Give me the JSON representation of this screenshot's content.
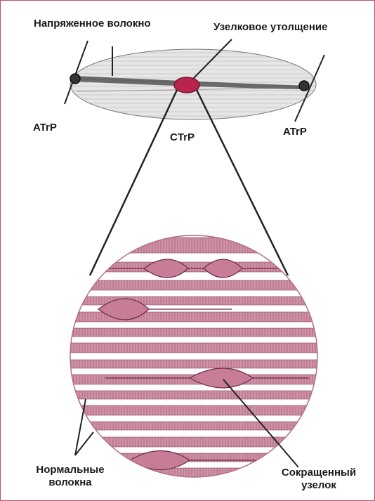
{
  "labels": {
    "tense_band": "Напряженное волокно",
    "nodule": "Узелковое утолщение",
    "atrp_left": "ATrP",
    "ctrp": "CTrP",
    "atrp_right": "ATrP",
    "normal_fibers_line1": "Нормальные",
    "normal_fibers_line2": "волокна",
    "contracted_line1": "Сокращенный",
    "contracted_line2": "узелок"
  },
  "colors": {
    "fiber_pink": "#c98aa0",
    "nodule_red": "#b8244e",
    "line": "#222222",
    "frame": "#c0506e"
  }
}
